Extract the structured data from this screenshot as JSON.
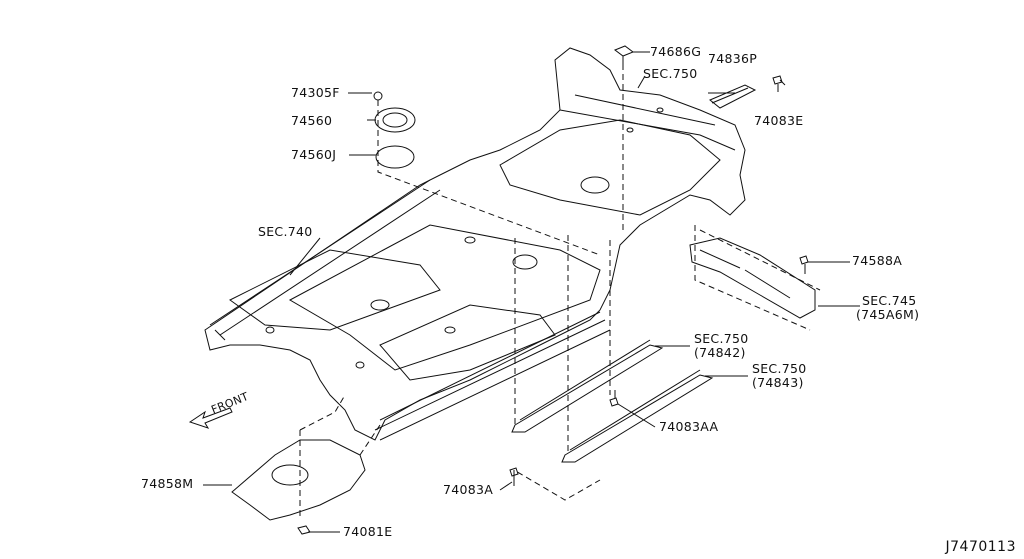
{
  "parts": {
    "p74686G": "74686G",
    "p74836P": "74836P",
    "p74083E": "74083E",
    "sec750_top": "SEC.750",
    "p74305F": "74305F",
    "p74560": "74560",
    "p74560J": "74560J",
    "sec740": "SEC.740",
    "p74588A": "74588A",
    "sec745": "SEC.745",
    "p745A6M": "(745A6M)",
    "sec750_a": "SEC.750",
    "p74842": "(74842)",
    "sec750_b": "SEC.750",
    "p74843": "(74843)",
    "p74083AA": "74083AA",
    "p74083A": "74083A",
    "p74858M": "74858M",
    "p74081E": "74081E"
  },
  "front_label": "FRONT",
  "reference_code": "J7470113",
  "colors": {
    "line": "#111111",
    "background": "#ffffff"
  }
}
